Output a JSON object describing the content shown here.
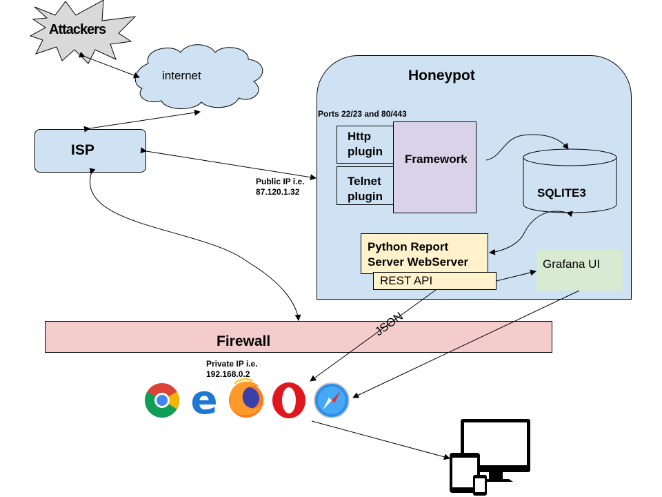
{
  "attackers": {
    "label": "Attackers"
  },
  "internet": {
    "label": "internet"
  },
  "isp": {
    "label": "ISP"
  },
  "honeypot": {
    "title": "Honeypot",
    "ports": "Ports 22/23 and 80/443",
    "http_plugin": [
      "Http",
      "plugin"
    ],
    "telnet_plugin": [
      "Telnet",
      "plugin"
    ],
    "framework": "Framework",
    "database": "SQLITE3",
    "report_server": [
      "Python Report",
      "Server WebServer"
    ],
    "rest_api": "REST API",
    "grafana": "Grafana UI"
  },
  "public_ip": [
    "Public IP i.e.",
    "87.120.1.32"
  ],
  "firewall": {
    "label": "Firewall"
  },
  "json_label": "JSON",
  "private_ip": [
    "Private IP i.e.",
    "192.168.0.2"
  ],
  "browsers": [
    "chrome-icon",
    "edge-icon",
    "firefox-icon",
    "opera-icon",
    "safari-icon"
  ],
  "colors": {
    "cloud_fill": "#cfe2f3",
    "honeypot_fill": "#cfe2f3",
    "framework_fill": "#d9d2e9",
    "report_fill": "#fff2cc",
    "grafana_fill": "#d9ead3",
    "firewall_fill": "#f4cccc"
  }
}
